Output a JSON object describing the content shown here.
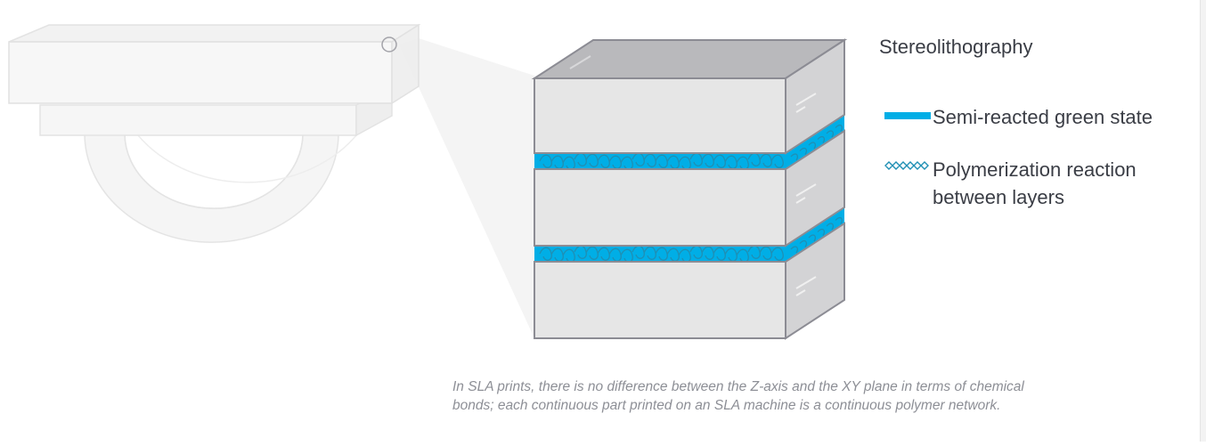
{
  "legend": {
    "title": "Stereolithography",
    "items": [
      {
        "label": "Semi-reacted green state",
        "symbol": "solid-line",
        "color": "#00aee6"
      },
      {
        "label_line1": "Polymerization reaction",
        "label_line2": "between layers",
        "symbol": "zigzag-line",
        "color": "#1f8fb4"
      }
    ]
  },
  "caption": "In SLA prints, there is no difference between the Z-axis and the XY plane in terms of chemical bonds; each continuous part printed on an SLA machine is a continuous polymer network.",
  "colors": {
    "layer_face": "#e6e6e6",
    "layer_top": "#b9b9bc",
    "layer_side": "#d3d3d5",
    "outline": "#8c8c94",
    "resin": "#00aee6",
    "polymer": "#1f8fb4"
  }
}
